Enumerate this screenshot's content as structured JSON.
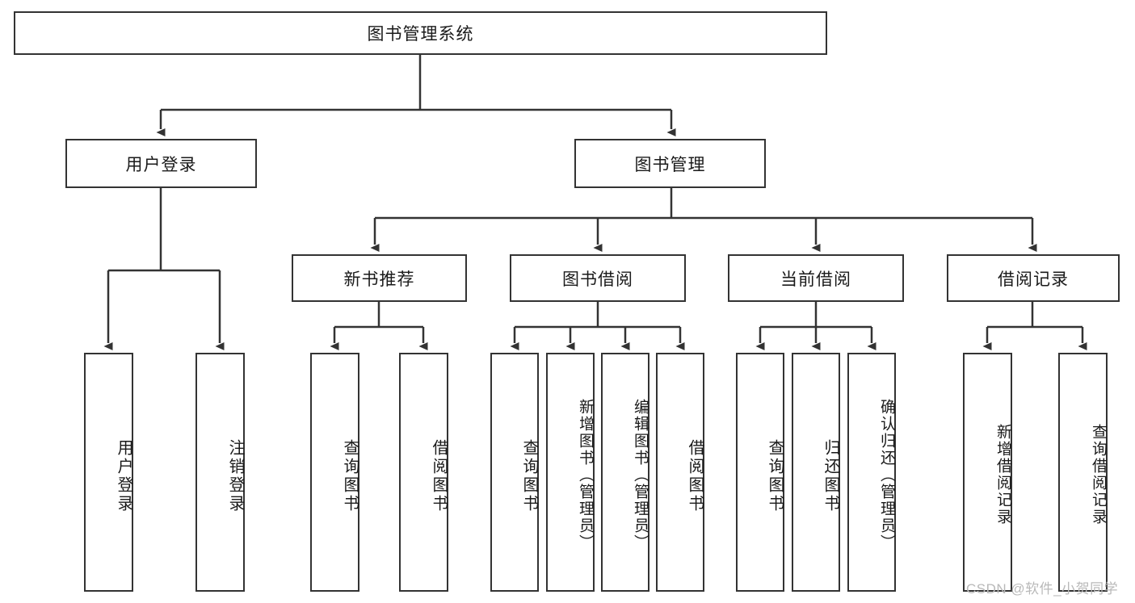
{
  "diagram": {
    "title": "图书管理系统",
    "watermark": "CSDN @软件_小贺同学",
    "stroke_color": "#333333",
    "background_color": "#ffffff",
    "text_color": "#1a1a1a",
    "root": {
      "label": "图书管理系统"
    },
    "level2": [
      {
        "label": "用户登录"
      },
      {
        "label": "图书管理"
      }
    ],
    "level3": [
      {
        "label": "新书推荐"
      },
      {
        "label": "图书借阅"
      },
      {
        "label": "当前借阅"
      },
      {
        "label": "借阅记录"
      }
    ],
    "leaves": {
      "user_login": [
        {
          "label": "用户登录"
        },
        {
          "label": "注销登录"
        }
      ],
      "new_book": [
        {
          "label": "查询图书"
        },
        {
          "label": "借阅图书"
        }
      ],
      "book_borrow": [
        {
          "label": "查询图书"
        },
        {
          "label": "新增图书（管理员）"
        },
        {
          "label": "编辑图书（管理员）"
        },
        {
          "label": "借阅图书"
        }
      ],
      "current_borrow": [
        {
          "label": "查询图书"
        },
        {
          "label": "归还图书"
        },
        {
          "label": "确认归还（管理员）"
        }
      ],
      "borrow_record": [
        {
          "label": "新增借阅记录"
        },
        {
          "label": "查询借阅记录"
        }
      ]
    }
  }
}
